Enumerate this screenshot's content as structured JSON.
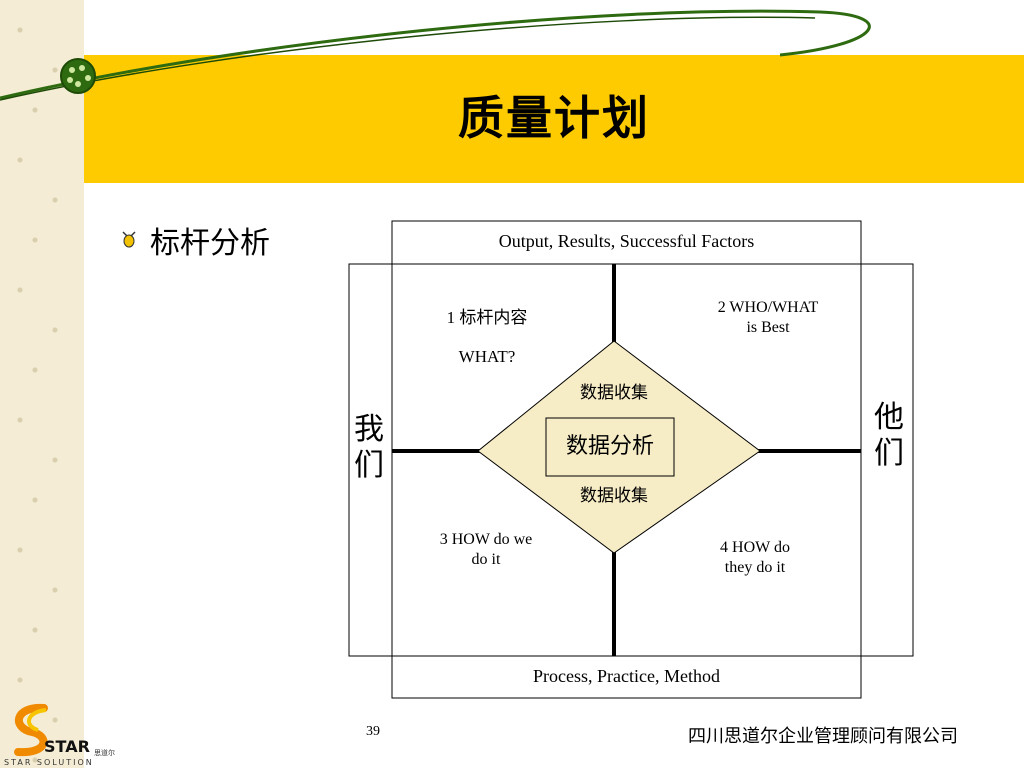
{
  "slide": {
    "title": "质量计划",
    "bullet": "标杆分析",
    "page_number": "39",
    "company": "四川思道尔企业管理顾问有限公司",
    "logo": {
      "brand": "STAR",
      "subtitle": "STAR SOLUTION",
      "cn": "思道尔"
    }
  },
  "diagram": {
    "top_label": "Output, Results, Successful Factors",
    "bottom_label": "Process, Practice, Method",
    "left_label": "我们",
    "right_label": "他们",
    "q1": {
      "line1": "1 标杆内容",
      "line2": "WHAT?"
    },
    "q2": {
      "line1": "2 WHO/WHAT",
      "line2": "is Best"
    },
    "q3": {
      "line1": "3 HOW do we",
      "line2": "do it"
    },
    "q4": {
      "line1": "4 HOW do",
      "line2": "they do it"
    },
    "diamond_top": "数据收集",
    "diamond_center": "数据分析",
    "diamond_bottom": "数据收集"
  },
  "colors": {
    "band": "#fecb00",
    "strip": "#f4ecd4",
    "diamond_fill": "#f6ecc6",
    "swoosh": "#2e6b10"
  }
}
